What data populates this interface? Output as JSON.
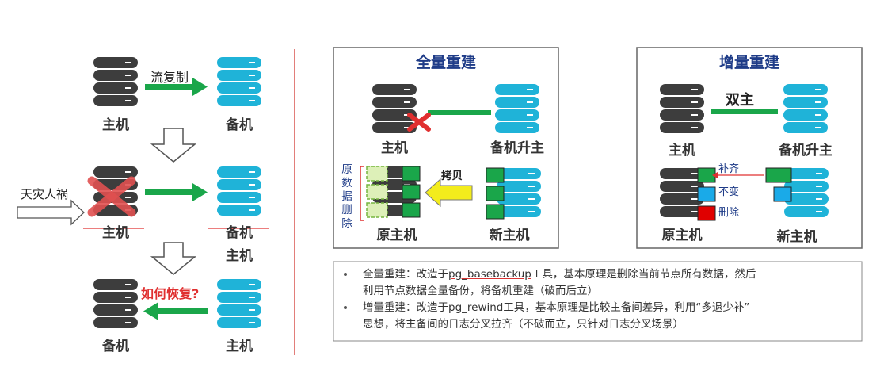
{
  "left": {
    "flow_label": "流复制",
    "disaster_label": "天灾人祸",
    "recover_question": "如何恢复?",
    "row1": {
      "primary": "主机",
      "standby": "备机"
    },
    "row2": {
      "primary": "主机",
      "standby": "备机"
    },
    "row2_below": "主机",
    "row3": {
      "left": "备机",
      "right": "主机"
    }
  },
  "full": {
    "title": "全量重建",
    "old_primary": "主机",
    "promoted": "备机升主",
    "vertical_note": [
      "原",
      "数",
      "据",
      "删",
      "除"
    ],
    "copy_label": "拷贝",
    "orig_primary": "原主机",
    "new_primary": "新主机"
  },
  "incr": {
    "title": "增量重建",
    "dual_primary": "双主",
    "old_primary": "主机",
    "promoted": "备机升主",
    "fill_label": "补齐",
    "unchanged_label": "不变",
    "delete_label": "删除",
    "orig_primary": "原主机",
    "new_primary": "新主机"
  },
  "notes": {
    "bullet1_prefix": "全量重建：改造于",
    "bullet1_tool": "pg_basebackup",
    "bullet1_rest": "工具，基本原理是删除当前节点所有数据，然后",
    "bullet1_line2": "利用节点数据全量备份，将备机重建（破而后立）",
    "bullet2_prefix": "增量重建：改造于",
    "bullet2_tool": "pg_rewind",
    "bullet2_rest": "工具，基本原理是比较主备间差异，利用“多退少补”",
    "bullet2_line2": "思想，将主备间的日志分叉拉齐（不破而立，只针对日志分叉场景）"
  },
  "colors": {
    "dark_db": "#3d3d3d",
    "cyan_db": "#1fb3d8",
    "green": "#1aa64a",
    "red": "#e03030",
    "yellow": "#f3ec1c",
    "blue_text": "#1f3c88"
  }
}
